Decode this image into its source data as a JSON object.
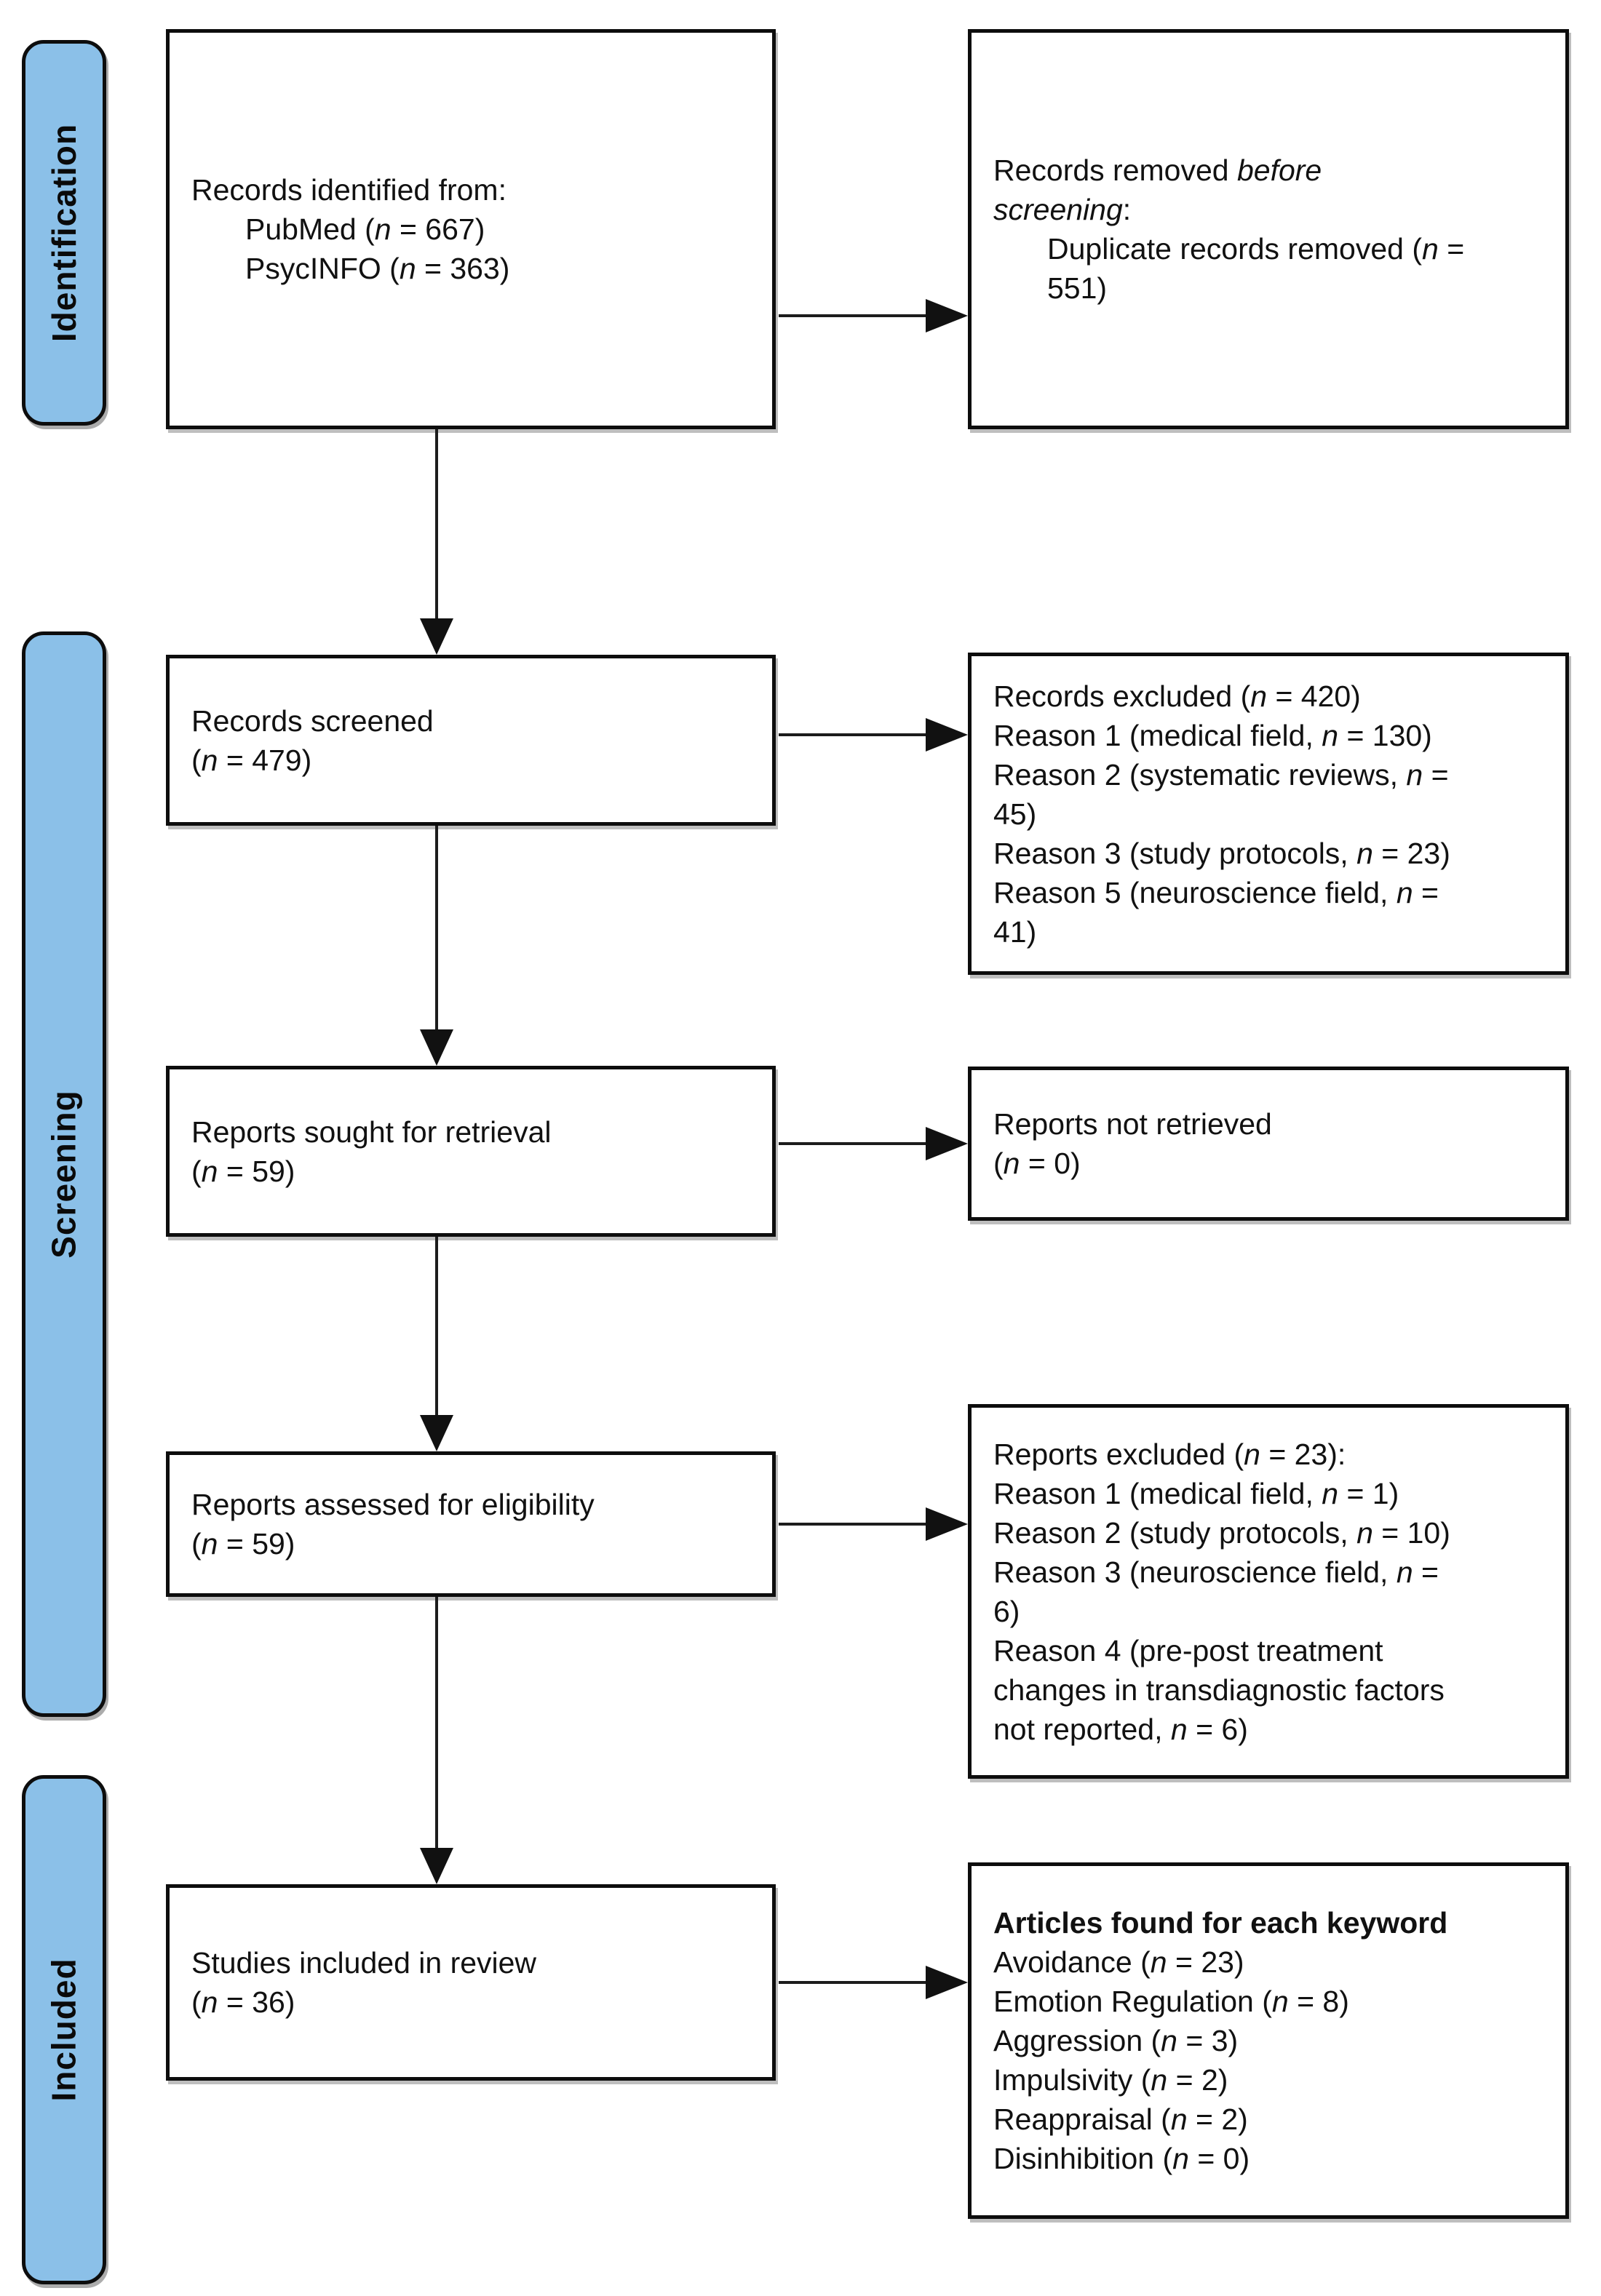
{
  "diagram": {
    "type": "prisma-flow-diagram",
    "colors": {
      "stage_fill": "#8bc0e8",
      "border": "#0d0d0d",
      "arrow": "#111111",
      "background": "#ffffff"
    },
    "stages": [
      {
        "id": "identification",
        "label": "Identification"
      },
      {
        "id": "screening",
        "label": "Screening"
      },
      {
        "id": "included",
        "label": "Included"
      }
    ],
    "boxes": [
      {
        "id": "records-identified",
        "lines": [
          {
            "segments": [
              {
                "t": "Records identified from:"
              }
            ]
          },
          {
            "indent": true,
            "segments": [
              {
                "t": "PubMed ("
              },
              {
                "t": "n",
                "i": true
              },
              {
                "t": " = 667)"
              }
            ]
          },
          {
            "indent": true,
            "segments": [
              {
                "t": "PsycINFO ("
              },
              {
                "t": "n",
                "i": true
              },
              {
                "t": " = 363)"
              }
            ]
          }
        ]
      },
      {
        "id": "records-removed",
        "lines": [
          {
            "segments": [
              {
                "t": "Records removed "
              },
              {
                "t": "before",
                "i": true
              }
            ]
          },
          {
            "segments": [
              {
                "t": "screening",
                "i": true
              },
              {
                "t": ":"
              }
            ]
          },
          {
            "indent": true,
            "segments": [
              {
                "t": "Duplicate records removed ("
              },
              {
                "t": "n",
                "i": true
              },
              {
                "t": " ="
              }
            ]
          },
          {
            "indent": true,
            "segments": [
              {
                "t": "551)"
              }
            ]
          }
        ]
      },
      {
        "id": "records-screened",
        "lines": [
          {
            "segments": [
              {
                "t": "Records screened"
              }
            ]
          },
          {
            "segments": [
              {
                "t": "("
              },
              {
                "t": "n",
                "i": true
              },
              {
                "t": " = 479)"
              }
            ]
          }
        ]
      },
      {
        "id": "records-excluded",
        "lines": [
          {
            "segments": [
              {
                "t": "Records excluded ("
              },
              {
                "t": "n",
                "i": true
              },
              {
                "t": " = 420)"
              }
            ]
          },
          {
            "segments": [
              {
                "t": "Reason 1 (medical field, "
              },
              {
                "t": "n",
                "i": true
              },
              {
                "t": " = 130)"
              }
            ]
          },
          {
            "segments": [
              {
                "t": "Reason 2 (systematic reviews, "
              },
              {
                "t": "n",
                "i": true
              },
              {
                "t": " ="
              }
            ]
          },
          {
            "segments": [
              {
                "t": "45)"
              }
            ]
          },
          {
            "segments": [
              {
                "t": "Reason 3 (study protocols, "
              },
              {
                "t": "n",
                "i": true
              },
              {
                "t": " = 23)"
              }
            ]
          },
          {
            "segments": [
              {
                "t": "Reason 5 (neuroscience field, "
              },
              {
                "t": "n",
                "i": true
              },
              {
                "t": " ="
              }
            ]
          },
          {
            "segments": [
              {
                "t": "41)"
              }
            ]
          }
        ]
      },
      {
        "id": "reports-sought",
        "lines": [
          {
            "segments": [
              {
                "t": "Reports sought for retrieval"
              }
            ]
          },
          {
            "segments": [
              {
                "t": "("
              },
              {
                "t": "n",
                "i": true
              },
              {
                "t": " = 59)"
              }
            ]
          }
        ]
      },
      {
        "id": "reports-not-retrieved",
        "lines": [
          {
            "segments": [
              {
                "t": "Reports not retrieved"
              }
            ]
          },
          {
            "segments": [
              {
                "t": "("
              },
              {
                "t": "n",
                "i": true
              },
              {
                "t": " = 0)"
              }
            ]
          }
        ]
      },
      {
        "id": "reports-assessed",
        "lines": [
          {
            "segments": [
              {
                "t": "Reports assessed for eligibility"
              }
            ]
          },
          {
            "segments": [
              {
                "t": "("
              },
              {
                "t": "n",
                "i": true
              },
              {
                "t": " = 59)"
              }
            ]
          }
        ]
      },
      {
        "id": "reports-excluded",
        "lines": [
          {
            "segments": [
              {
                "t": "Reports excluded ("
              },
              {
                "t": "n",
                "i": true
              },
              {
                "t": " = 23):"
              }
            ]
          },
          {
            "segments": [
              {
                "t": "Reason 1 (medical field, "
              },
              {
                "t": "n",
                "i": true
              },
              {
                "t": " = 1)"
              }
            ]
          },
          {
            "segments": [
              {
                "t": "Reason 2 (study protocols, "
              },
              {
                "t": "n",
                "i": true
              },
              {
                "t": " = 10)"
              }
            ]
          },
          {
            "segments": [
              {
                "t": "Reason 3 (neuroscience field, "
              },
              {
                "t": "n",
                "i": true
              },
              {
                "t": " ="
              }
            ]
          },
          {
            "segments": [
              {
                "t": "6)"
              }
            ]
          },
          {
            "segments": [
              {
                "t": "Reason 4 (pre-post treatment"
              }
            ]
          },
          {
            "segments": [
              {
                "t": "changes in transdiagnostic factors"
              }
            ]
          },
          {
            "segments": [
              {
                "t": "not reported, "
              },
              {
                "t": "n",
                "i": true
              },
              {
                "t": " = 6)"
              }
            ]
          }
        ]
      },
      {
        "id": "studies-included",
        "lines": [
          {
            "segments": [
              {
                "t": "Studies included in review"
              }
            ]
          },
          {
            "segments": [
              {
                "t": "("
              },
              {
                "t": "n",
                "i": true
              },
              {
                "t": " = 36)"
              }
            ]
          }
        ]
      },
      {
        "id": "articles-keywords",
        "lines": [
          {
            "segments": [
              {
                "t": "Articles found for each keyword",
                "b": true
              }
            ]
          },
          {
            "segments": [
              {
                "t": "Avoidance ("
              },
              {
                "t": "n",
                "i": true
              },
              {
                "t": " = 23)"
              }
            ]
          },
          {
            "segments": [
              {
                "t": "Emotion Regulation ("
              },
              {
                "t": "n",
                "i": true
              },
              {
                "t": " = 8)"
              }
            ]
          },
          {
            "segments": [
              {
                "t": "Aggression ("
              },
              {
                "t": "n",
                "i": true
              },
              {
                "t": " = 3)"
              }
            ]
          },
          {
            "segments": [
              {
                "t": "Impulsivity ("
              },
              {
                "t": "n",
                "i": true
              },
              {
                "t": " = 2)"
              }
            ]
          },
          {
            "segments": [
              {
                "t": "Reappraisal ("
              },
              {
                "t": "n",
                "i": true
              },
              {
                "t": " = 2)"
              }
            ]
          },
          {
            "segments": [
              {
                "t": "Disinhibition ("
              },
              {
                "t": "n",
                "i": true
              },
              {
                "t": " = 0)"
              }
            ]
          }
        ]
      }
    ]
  }
}
